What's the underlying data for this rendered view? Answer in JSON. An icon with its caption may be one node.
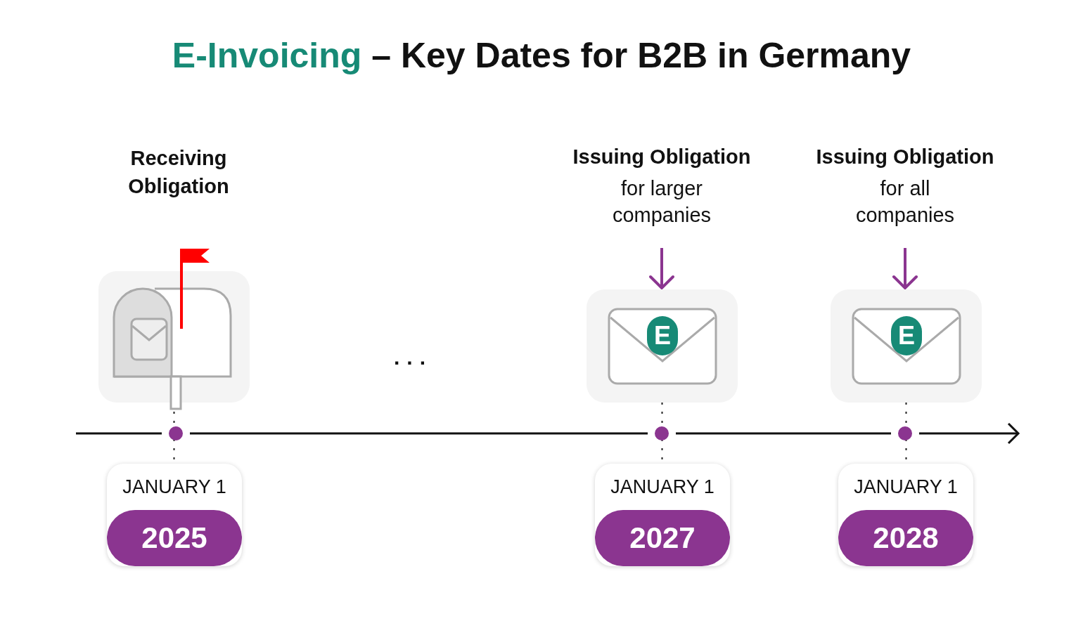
{
  "diagram": {
    "title": "E-Invoicing – Key Dates for B2B in Germany",
    "nodes": [
      {
        "text": [
          "Receiving Obligation"
        ]
      },
      {
        "text": [
          "Issuing Obligation",
          "for larger companies"
        ]
      },
      {
        "text": [
          "Issuing Obligation",
          "for all companies"
        ]
      },
      {
        "text": [],
        "shape": "picture"
      },
      {
        "text": [
          "E"
        ]
      },
      {
        "text": [
          "E"
        ]
      },
      {
        "text": [
          "JANUARY 1",
          "2025"
        ]
      },
      {
        "text": [
          "JANUARY 1",
          "2027"
        ]
      },
      {
        "text": [
          "JANUARY 1",
          "2028"
        ]
      }
    ],
    "edges": [
      {
        "from": 1,
        "to": 4,
        "arrow": "to",
        "color": "#8b3590"
      },
      {
        "from": 2,
        "to": 5,
        "arrow": "to",
        "color": "#8b3590"
      },
      {
        "from": 3,
        "to": 6,
        "arrow": "none",
        "style": "dashed"
      },
      {
        "from": 4,
        "to": 7,
        "arrow": "none",
        "style": "dashed"
      },
      {
        "from": 5,
        "to": 8,
        "arrow": "none",
        "style": "dashed"
      }
    ],
    "labels": [
      "· · ·"
    ]
  }
}
